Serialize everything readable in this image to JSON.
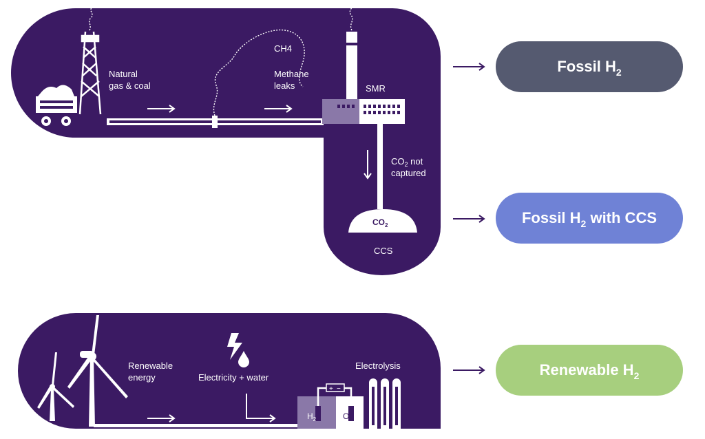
{
  "colors": {
    "background": "#ffffff",
    "panel": "#3b1a63",
    "fossil": "#555a70",
    "fossil_ccs": "#6f82d6",
    "renewable": "#a7cf7e",
    "arrow": "#3b1a63"
  },
  "top_panel": {
    "label_natural": "Natural",
    "label_gas_coal": "gas & coal",
    "label_ch4": "CH4",
    "label_methane": "Methane",
    "label_leaks": "leaks",
    "label_smr": "SMR",
    "label_co2_not": "CO",
    "label_co2_not_sub": "2",
    "label_co2_not_suffix": " not",
    "label_captured": "captured",
    "storage_co2": "CO",
    "storage_co2_sub": "2",
    "label_ccs": "CCS"
  },
  "bottom_panel": {
    "label_renewable": "Renewable",
    "label_energy": "energy",
    "label_elec_water": "Electricity + water",
    "label_electrolysis": "Electrolysis",
    "cell_h2": "H",
    "cell_h2_sub": "2",
    "cell_o2": "O",
    "cell_o2_sub": "2",
    "electrode_plus": "+",
    "electrode_minus": "−"
  },
  "outputs": {
    "fossil": {
      "main": "Fossil H",
      "sub": "2",
      "suffix": ""
    },
    "fossil_ccs": {
      "main": "Fossil H",
      "sub": "2",
      "suffix": " with CCS"
    },
    "renewable": {
      "main": "Renewable H",
      "sub": "2",
      "suffix": ""
    }
  }
}
